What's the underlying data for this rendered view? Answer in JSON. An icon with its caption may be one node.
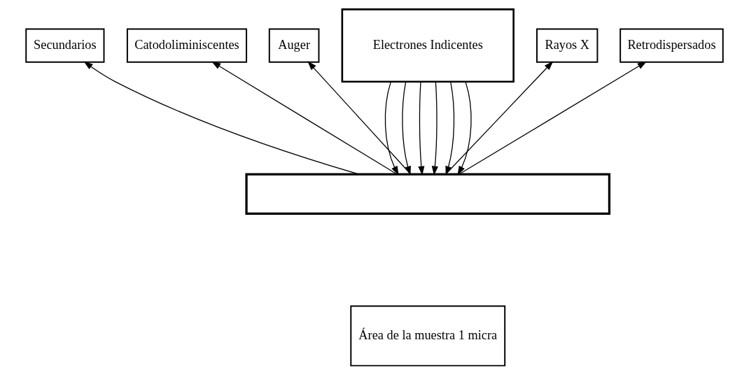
{
  "diagram": {
    "nodes": [
      {
        "text": [
          "Electrones Indicentes"
        ]
      },
      {
        "text": [
          "Auger"
        ]
      },
      {
        "text": [
          "Catodoliminiscentes"
        ]
      },
      {
        "text": [
          "Secundarios"
        ]
      },
      {
        "text": [
          "Rayos X"
        ]
      },
      {
        "text": [
          "Retrodispersados"
        ]
      },
      {
        "text": [],
        "shape": "box"
      },
      {
        "text": [
          "Área de la muestra 1 micra"
        ]
      }
    ],
    "edges": [
      {
        "from": 0,
        "to": 6,
        "arrow": "to"
      },
      {
        "from": 0,
        "to": 6,
        "arrow": "to"
      },
      {
        "from": 0,
        "to": 6,
        "arrow": "to"
      },
      {
        "from": 0,
        "to": 6,
        "arrow": "to"
      },
      {
        "from": 0,
        "to": 6,
        "arrow": "to"
      },
      {
        "from": 0,
        "to": 6,
        "arrow": "to"
      },
      {
        "from": 6,
        "to": 3,
        "arrow": "to"
      },
      {
        "from": 6,
        "to": 2,
        "arrow": "to"
      },
      {
        "from": 6,
        "to": 1,
        "arrow": "to"
      },
      {
        "from": 6,
        "to": 4,
        "arrow": "to"
      },
      {
        "from": 6,
        "to": 5,
        "arrow": "to"
      }
    ]
  }
}
